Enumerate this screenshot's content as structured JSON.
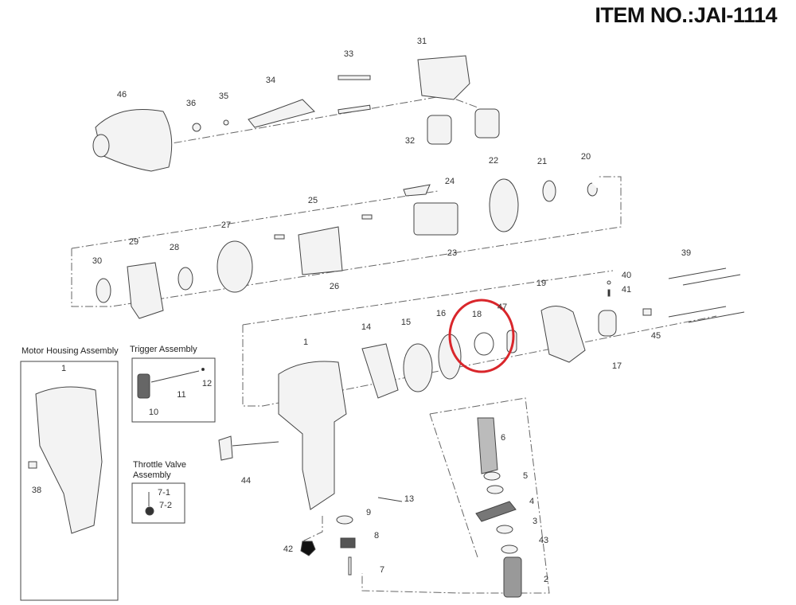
{
  "item_number": "ITEM NO.:JAI-1114",
  "assembly_titles": {
    "motor_housing": "Motor Housing Assembly",
    "trigger": "Trigger Assembly",
    "throttle_valve": "Throttle Valve Assembly"
  },
  "part_labels": [
    "33",
    "31",
    "34",
    "46",
    "36",
    "35",
    "32",
    "22",
    "21",
    "20",
    "24",
    "25",
    "29",
    "27",
    "28",
    "30",
    "23",
    "26",
    "39",
    "40",
    "41",
    "19",
    "47",
    "18",
    "16",
    "15",
    "14",
    "1",
    "45",
    "17",
    "6",
    "5",
    "4",
    "3",
    "43",
    "2",
    "13",
    "9",
    "8",
    "7",
    "42",
    "44",
    "1",
    "38",
    "10",
    "11",
    "12",
    "7-1",
    "7-2"
  ],
  "highlight": {
    "part": "18",
    "color": "#d9262b"
  }
}
